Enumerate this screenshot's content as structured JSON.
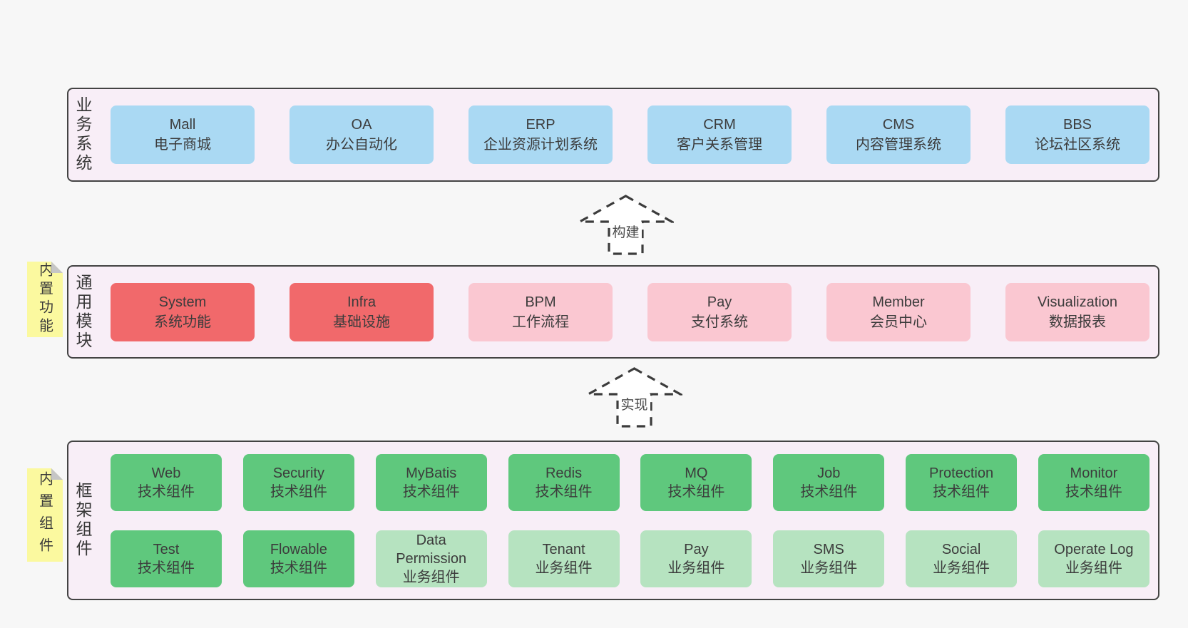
{
  "colors": {
    "page-bg": "#f7f7f7",
    "band-bg": "#f8eef7",
    "band-border": "#434343",
    "blue": "#aad9f3",
    "red": "#f1696b",
    "pink": "#fac7d1",
    "green": "#5fc87d",
    "green-light": "#b6e3c0",
    "note-yellow": "#fbf99f",
    "note-fold": "#c6c6c6",
    "text": "#3c3c3c"
  },
  "arrows": [
    {
      "label": "构建"
    },
    {
      "label": "实现"
    }
  ],
  "bands": [
    {
      "label": "业务系统",
      "cards": [
        {
          "title": "Mall",
          "subtitle": "电子商城"
        },
        {
          "title": "OA",
          "subtitle": "办公自动化"
        },
        {
          "title": "ERP",
          "subtitle": "企业资源计划系统"
        },
        {
          "title": "CRM",
          "subtitle": "客户关系管理"
        },
        {
          "title": "CMS",
          "subtitle": "内容管理系统"
        },
        {
          "title": "BBS",
          "subtitle": "论坛社区系统"
        }
      ]
    },
    {
      "label": "通用模块",
      "note": "内置功能",
      "cards": [
        {
          "title": "System",
          "subtitle": "系统功能"
        },
        {
          "title": "Infra",
          "subtitle": "基础设施"
        },
        {
          "title": "BPM",
          "subtitle": "工作流程"
        },
        {
          "title": "Pay",
          "subtitle": "支付系统"
        },
        {
          "title": "Member",
          "subtitle": "会员中心"
        },
        {
          "title": "Visualization",
          "subtitle": "数据报表"
        }
      ]
    },
    {
      "label": "框架组件",
      "note": "内置组件",
      "rows": [
        [
          {
            "title": "Web",
            "subtitle": "技术组件"
          },
          {
            "title": "Security",
            "subtitle": "技术组件"
          },
          {
            "title": "MyBatis",
            "subtitle": "技术组件"
          },
          {
            "title": "Redis",
            "subtitle": "技术组件"
          },
          {
            "title": "MQ",
            "subtitle": "技术组件"
          },
          {
            "title": "Job",
            "subtitle": "技术组件"
          },
          {
            "title": "Protection",
            "subtitle": "技术组件"
          },
          {
            "title": "Monitor",
            "subtitle": "技术组件"
          }
        ],
        [
          {
            "title": "Test",
            "subtitle": "技术组件"
          },
          {
            "title": "Flowable",
            "subtitle": "技术组件"
          },
          {
            "title": "Data Permission",
            "subtitle": "业务组件"
          },
          {
            "title": "Tenant",
            "subtitle": "业务组件"
          },
          {
            "title": "Pay",
            "subtitle": "业务组件"
          },
          {
            "title": "SMS",
            "subtitle": "业务组件"
          },
          {
            "title": "Social",
            "subtitle": "业务组件"
          },
          {
            "title": "Operate Log",
            "subtitle": "业务组件"
          }
        ]
      ]
    }
  ]
}
